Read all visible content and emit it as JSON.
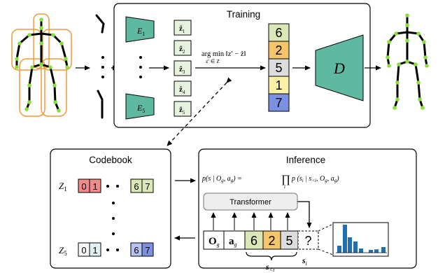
{
  "panels": {
    "training": "Training",
    "codebook": "Codebook",
    "inference": "Inference"
  },
  "encoders": {
    "top": "E",
    "top_sub": "1",
    "bottom": "E",
    "bottom_sub": "5"
  },
  "z_hat": [
    {
      "base": "ẑ",
      "sub": "1"
    },
    {
      "base": "ẑ",
      "sub": "2"
    },
    {
      "base": "ẑ",
      "sub": "3"
    },
    {
      "base": "ẑ",
      "sub": "4"
    },
    {
      "base": "ẑ",
      "sub": "5"
    }
  ],
  "argmin": {
    "top": "arg min ‖z′ − ẑ‖",
    "top_sub_1": "i",
    "top_sub_2": "i",
    "under": "z′ ∈ Z",
    "under_sub_1": "i",
    "under_sub_2": "i"
  },
  "stack_tokens": [
    {
      "value": "6",
      "color": "#d9e8b6"
    },
    {
      "value": "2",
      "color": "#f6c46a"
    },
    {
      "value": "5",
      "color": "#dcdcdc"
    },
    {
      "value": "1",
      "color": "#fbf1a6"
    },
    {
      "value": "7",
      "color": "#7b90e0"
    }
  ],
  "decoder": "D",
  "codebook_rows": [
    {
      "label": "Z",
      "sub": "1",
      "left": [
        "0",
        "1"
      ],
      "right": [
        "6",
        "7"
      ],
      "left_color": "#f08c8c",
      "right_color": "#e5efc9"
    },
    {
      "label": "Z",
      "sub": "5",
      "left": [
        "0",
        "1"
      ],
      "right": [
        "6",
        "7"
      ],
      "left_color": "#ffffff",
      "right_color": "#b8c4f0"
    }
  ],
  "formula": {
    "lhs": "p(s | O",
    "lhs_sub_1": "g",
    "lhs_mid": ", a",
    "lhs_sub_2": "g",
    "lhs_end": ") =",
    "prod": "∏",
    "prod_sub": "i",
    "rhs": "p (s",
    "rhs_sub_1": "i",
    "rhs_mid": " | s",
    "rhs_sub_2": "<i",
    "rhs_mid2": ", O",
    "rhs_sub_3": "g",
    "rhs_mid3": ", a",
    "rhs_sub_4": "g",
    "rhs_end": ")"
  },
  "transformer": "Transformer",
  "input_tokens": [
    {
      "value": "O",
      "sub": "g",
      "color": "#ffffff"
    },
    {
      "value": "a",
      "sub": "g",
      "color": "#ffffff"
    },
    {
      "value": "6",
      "sub": "",
      "color": "#d9e8b6"
    },
    {
      "value": "2",
      "sub": "",
      "color": "#f6c46a"
    },
    {
      "value": "5",
      "sub": "",
      "color": "#dcdcdc"
    }
  ],
  "query": "?",
  "s_less": {
    "base": "s",
    "sub": "<i"
  },
  "s_i": {
    "base": "s",
    "sub": "i"
  },
  "histogram": {
    "bars": [
      0.25,
      1.0,
      0.55,
      0.4,
      0.15,
      0.1,
      0.12,
      0.2
    ]
  },
  "colors": {
    "encoder": "#5fb8a0",
    "decoder": "#5fb8a0",
    "zhat_fill": "#e8f3df",
    "joint": "#86e03a",
    "hist_bar": "#1f6fb3",
    "transformer_fill": "#eeeeee",
    "skeleton_box": "#f09a3a"
  }
}
